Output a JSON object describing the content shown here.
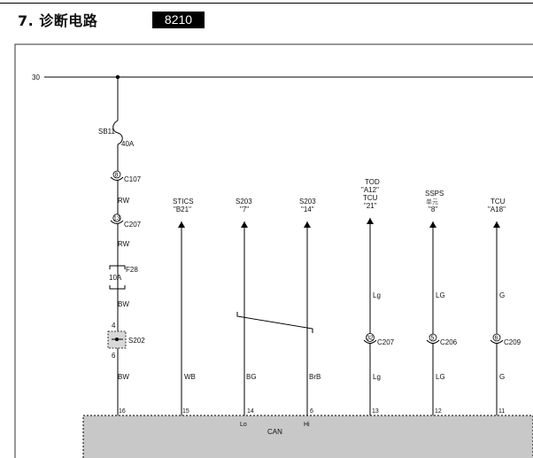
{
  "header": {
    "title": "7. 诊断电路",
    "code": "8210"
  },
  "diagram": {
    "bus_label": "30",
    "fuse_main": {
      "name": "SB11",
      "rating": "40A"
    },
    "connectors": {
      "c107": {
        "pin": "8",
        "name": "C107"
      },
      "c207_main": {
        "pin": "13",
        "name": "C207"
      },
      "c207_tod": {
        "pin": "32",
        "name": "C207"
      },
      "c206": {
        "pin": "5",
        "name": "C206"
      },
      "c209": {
        "pin": "6",
        "name": "C209"
      }
    },
    "fuse_f28": {
      "name": "F28",
      "rating": "10A"
    },
    "splice": {
      "name": "S202",
      "pin_in": "4",
      "pin_out": "6"
    },
    "wire_colors": {
      "rw1": "RW",
      "rw2": "RW",
      "bw1": "BW",
      "bw2": "BW",
      "wb": "WB",
      "bg": "BG",
      "brb": "BrB",
      "lg_tod_top": "Lg",
      "lg_tod_bottom": "Lg",
      "lg_ssps_top": "LG",
      "lg_ssps_bottom": "LG",
      "g_tcu_top": "G",
      "g_tcu_bottom": "G"
    },
    "destinations": {
      "stics": {
        "line1": "STICS",
        "line2": "\"B21\""
      },
      "s203_a": {
        "line1": "S203",
        "line2": "\"7\""
      },
      "s203_b": {
        "line1": "S203",
        "line2": "\"14\""
      },
      "tod": {
        "line1": "TOD",
        "line2": "\"A12\"",
        "line3": "TCU",
        "line4": "\"21\""
      },
      "ssps": {
        "line1": "SSPS",
        "line2": "单元",
        "line3": "\"8\""
      },
      "tcu": {
        "line1": "TCU",
        "line2": "\"A18\""
      }
    },
    "module": {
      "name": "CAN",
      "lo": "Lo",
      "hi": "Hi",
      "pins": [
        "16",
        "15",
        "14",
        "6",
        "13",
        "12",
        "11"
      ]
    }
  }
}
